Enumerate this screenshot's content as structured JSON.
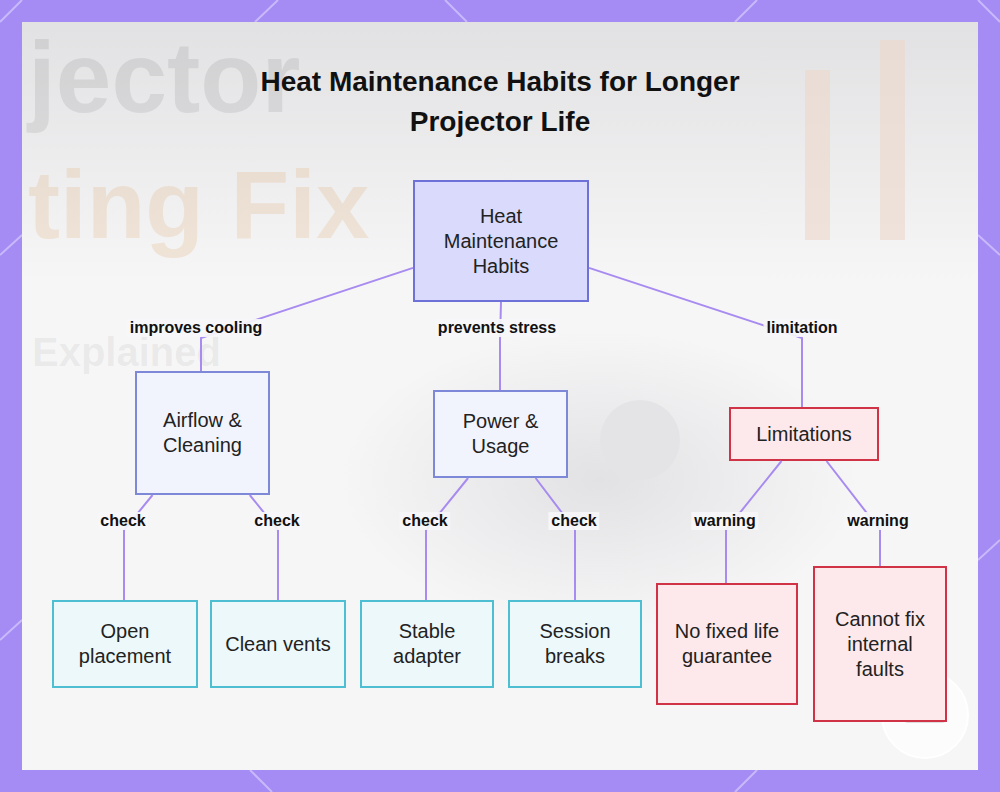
{
  "diagram": {
    "title": "Heat Maintenance Habits for Longer Projector Life",
    "nodes": [
      {
        "text": [
          "Heat Maintenance Habits"
        ]
      },
      {
        "text": [
          "Airflow & Cleaning"
        ]
      },
      {
        "text": [
          "Power & Usage"
        ]
      },
      {
        "text": [
          "Limitations"
        ]
      },
      {
        "text": [
          "Open placement"
        ]
      },
      {
        "text": [
          "Clean vents"
        ]
      },
      {
        "text": [
          "Stable adapter"
        ]
      },
      {
        "text": [
          "Session breaks"
        ]
      },
      {
        "text": [
          "No fixed life guarantee"
        ]
      },
      {
        "text": [
          "Cannot fix internal faults"
        ]
      }
    ],
    "edges": [
      {
        "from": 0,
        "to": 1,
        "label": "improves cooling",
        "arrow": "none"
      },
      {
        "from": 0,
        "to": 2,
        "label": "prevents stress",
        "arrow": "none"
      },
      {
        "from": 0,
        "to": 3,
        "label": "limitation",
        "arrow": "none"
      },
      {
        "from": 1,
        "to": 4,
        "label": "check",
        "arrow": "none"
      },
      {
        "from": 1,
        "to": 5,
        "label": "check",
        "arrow": "none"
      },
      {
        "from": 2,
        "to": 6,
        "label": "check",
        "arrow": "none"
      },
      {
        "from": 2,
        "to": 7,
        "label": "check",
        "arrow": "none"
      },
      {
        "from": 3,
        "to": 8,
        "label": "warning",
        "arrow": "none"
      },
      {
        "from": 3,
        "to": 9,
        "label": "warning",
        "arrow": "none"
      }
    ],
    "labels": [
      "jector",
      "ting Fix",
      "Explained"
    ]
  }
}
